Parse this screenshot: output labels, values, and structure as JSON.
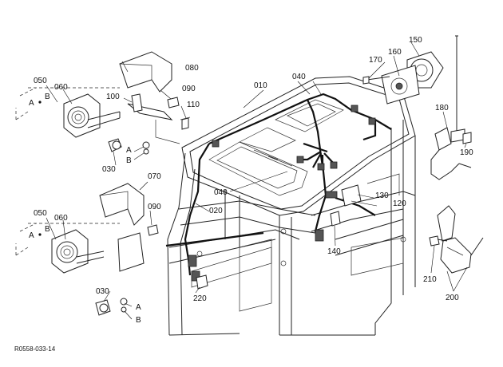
{
  "diagram_id": "R0558-033-14",
  "callouts": {
    "p010": "010",
    "p020": "020",
    "p030_top": "030",
    "p030_bottom": "030",
    "p040_top": "040",
    "p040_mid": "040",
    "p050_top": "050",
    "p050_bottom": "050",
    "p060_top": "060",
    "p060_bottom": "060",
    "p070": "070",
    "p080": "080",
    "p090_top": "090",
    "p090_bottom": "090",
    "p100": "100",
    "p110": "110",
    "p120": "120",
    "p130": "130",
    "p140": "140",
    "p150": "150",
    "p160": "160",
    "p170": "170",
    "p180": "180",
    "p190": "190",
    "p200": "200",
    "p210": "210",
    "p220": "220"
  },
  "refs": {
    "a_top_left": "A",
    "b_top_left": "B",
    "a_top_nut": "A",
    "b_top_nut": "B",
    "a_bottom_left": "A",
    "b_bottom_left": "B",
    "a_bottom_nut": "A",
    "b_bottom_nut": "B"
  }
}
